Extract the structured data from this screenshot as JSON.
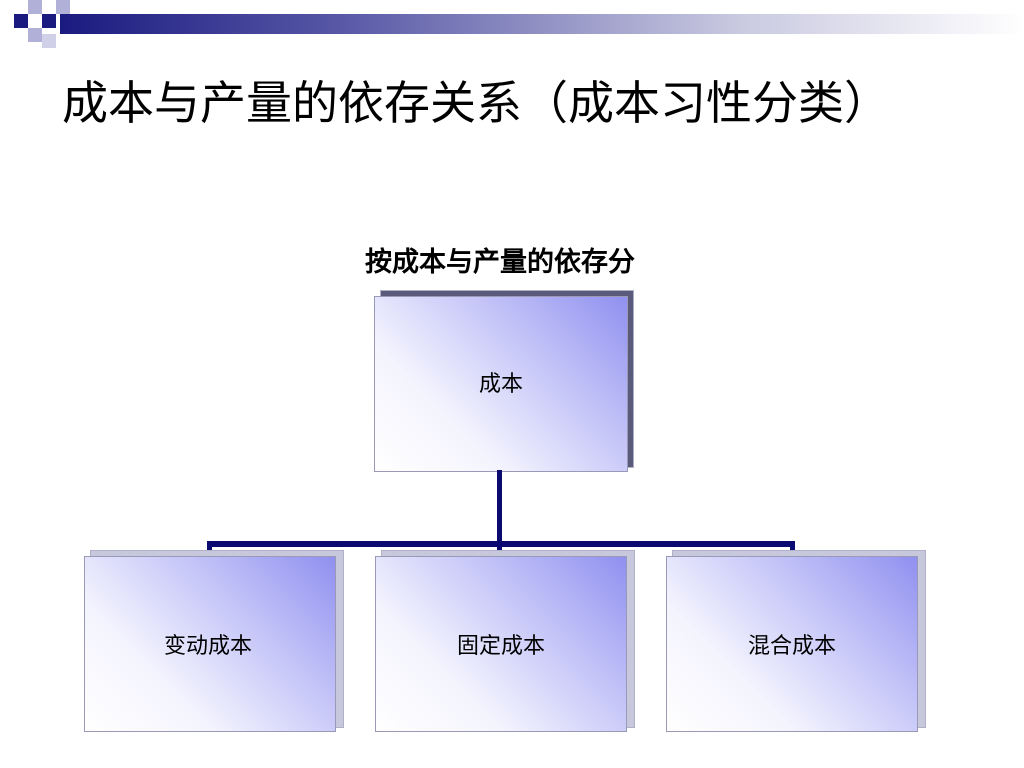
{
  "slide": {
    "title": "成本与产量的依存关系（成本习性分类）",
    "diagram_heading": "按成本与产量的依存分"
  },
  "diagram": {
    "root": "成本",
    "children": [
      "变动成本",
      "固定成本",
      "混合成本"
    ]
  },
  "colors": {
    "connector": "#0a0a70",
    "box_gradient_dark": "#9090f0",
    "box_gradient_light": "#ffffff",
    "header_bar": "#1a1a80"
  }
}
